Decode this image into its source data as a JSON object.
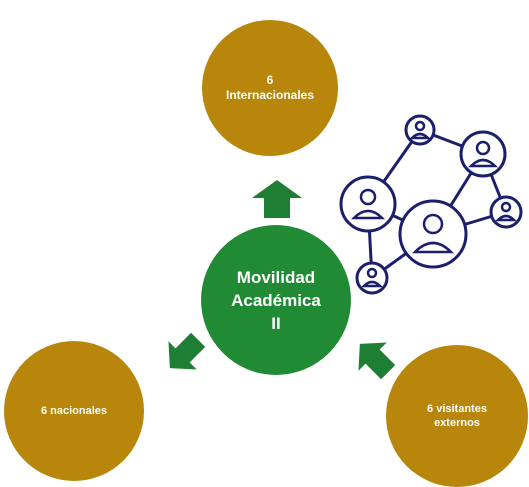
{
  "colors": {
    "circle_gold": "#B8860B",
    "center_green": "#218A35",
    "arrow_green": "#1E7E34",
    "network_navy": "#1B1F6B"
  },
  "diagram": {
    "center": {
      "label": "Movilidad\nAcadémica\nII"
    },
    "top": {
      "label": "6\nInternacionales"
    },
    "left": {
      "label": "6 nacionales"
    },
    "right": {
      "label": "6 visitantes\nexternos"
    }
  },
  "icons": {
    "network": "people-network-icon",
    "arrow": "block-arrow-icon"
  }
}
